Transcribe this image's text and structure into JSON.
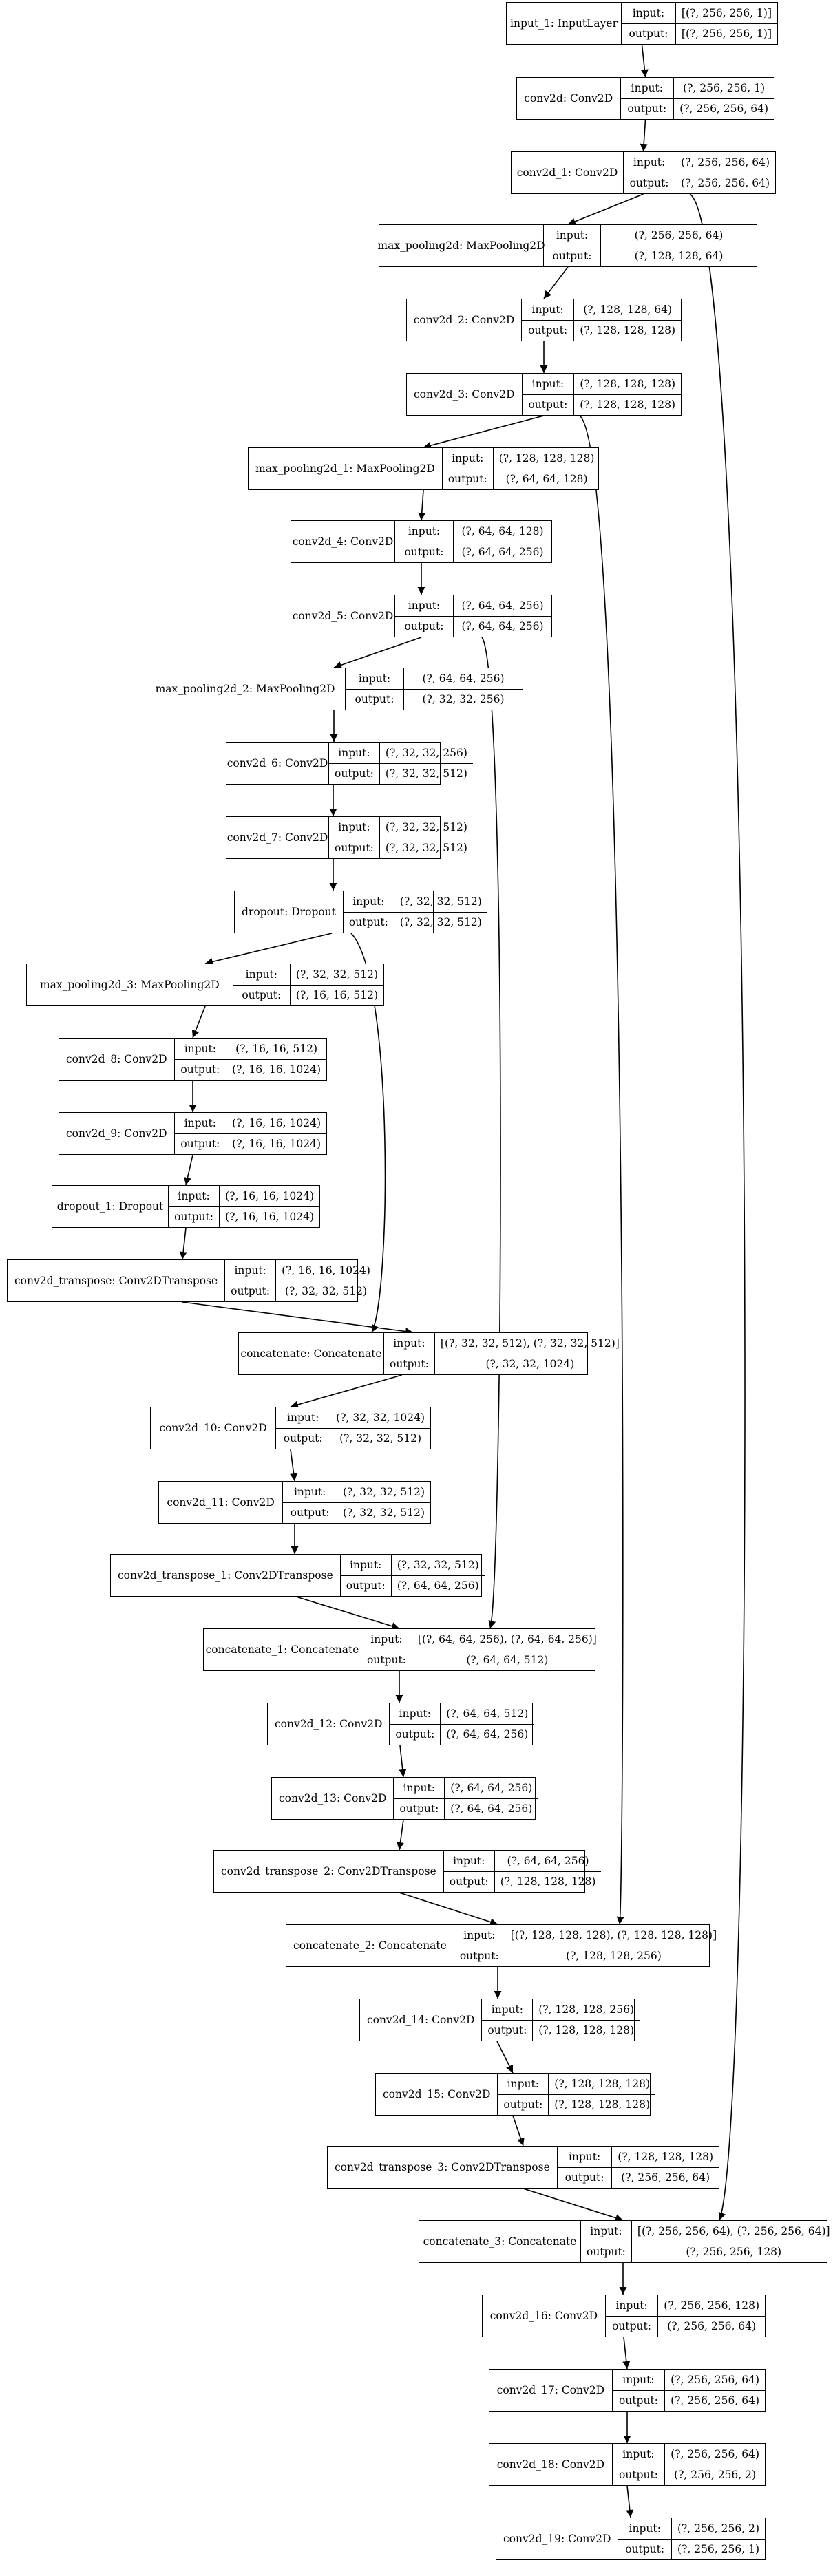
{
  "layers": [
    {
      "name": "input_1: InputLayer",
      "input": "[(?, 256, 256, 1)]",
      "output": "[(?, 256, 256, 1)]"
    },
    {
      "name": "conv2d: Conv2D",
      "input": "(?, 256, 256, 1)",
      "output": "(?, 256, 256, 64)"
    },
    {
      "name": "conv2d_1: Conv2D",
      "input": "(?, 256, 256, 64)",
      "output": "(?, 256, 256, 64)"
    },
    {
      "name": "max_pooling2d: MaxPooling2D",
      "input": "(?, 256, 256, 64)",
      "output": "(?, 128, 128, 64)"
    },
    {
      "name": "conv2d_2: Conv2D",
      "input": "(?, 128, 128, 64)",
      "output": "(?, 128, 128, 128)"
    },
    {
      "name": "conv2d_3: Conv2D",
      "input": "(?, 128, 128, 128)",
      "output": "(?, 128, 128, 128)"
    },
    {
      "name": "max_pooling2d_1: MaxPooling2D",
      "input": "(?, 128, 128, 128)",
      "output": "(?, 64, 64, 128)"
    },
    {
      "name": "conv2d_4: Conv2D",
      "input": "(?, 64, 64, 128)",
      "output": "(?, 64, 64, 256)"
    },
    {
      "name": "conv2d_5: Conv2D",
      "input": "(?, 64, 64, 256)",
      "output": "(?, 64, 64, 256)"
    },
    {
      "name": "max_pooling2d_2: MaxPooling2D",
      "input": "(?, 64, 64, 256)",
      "output": "(?, 32, 32, 256)"
    },
    {
      "name": "conv2d_6: Conv2D",
      "input": "(?, 32, 32, 256)",
      "output": "(?, 32, 32, 512)"
    },
    {
      "name": "conv2d_7: Conv2D",
      "input": "(?, 32, 32, 512)",
      "output": "(?, 32, 32, 512)"
    },
    {
      "name": "dropout: Dropout",
      "input": "(?, 32, 32, 512)",
      "output": "(?, 32, 32, 512)"
    },
    {
      "name": "max_pooling2d_3: MaxPooling2D",
      "input": "(?, 32, 32, 512)",
      "output": "(?, 16, 16, 512)"
    },
    {
      "name": "conv2d_8: Conv2D",
      "input": "(?, 16, 16, 512)",
      "output": "(?, 16, 16, 1024)"
    },
    {
      "name": "conv2d_9: Conv2D",
      "input": "(?, 16, 16, 1024)",
      "output": "(?, 16, 16, 1024)"
    },
    {
      "name": "dropout_1: Dropout",
      "input": "(?, 16, 16, 1024)",
      "output": "(?, 16, 16, 1024)"
    },
    {
      "name": "conv2d_transpose: Conv2DTranspose",
      "input": "(?, 16, 16, 1024)",
      "output": "(?, 32, 32, 512)"
    },
    {
      "name": "concatenate: Concatenate",
      "input": "[(?, 32, 32, 512), (?, 32, 32, 512)]",
      "output": "(?, 32, 32, 1024)"
    },
    {
      "name": "conv2d_10: Conv2D",
      "input": "(?, 32, 32, 1024)",
      "output": "(?, 32, 32, 512)"
    },
    {
      "name": "conv2d_11: Conv2D",
      "input": "(?, 32, 32, 512)",
      "output": "(?, 32, 32, 512)"
    },
    {
      "name": "conv2d_transpose_1: Conv2DTranspose",
      "input": "(?, 32, 32, 512)",
      "output": "(?, 64, 64, 256)"
    },
    {
      "name": "concatenate_1: Concatenate",
      "input": "[(?, 64, 64, 256), (?, 64, 64, 256)]",
      "output": "(?, 64, 64, 512)"
    },
    {
      "name": "conv2d_12: Conv2D",
      "input": "(?, 64, 64, 512)",
      "output": "(?, 64, 64, 256)"
    },
    {
      "name": "conv2d_13: Conv2D",
      "input": "(?, 64, 64, 256)",
      "output": "(?, 64, 64, 256)"
    },
    {
      "name": "conv2d_transpose_2: Conv2DTranspose",
      "input": "(?, 64, 64, 256)",
      "output": "(?, 128, 128, 128)"
    },
    {
      "name": "concatenate_2: Concatenate",
      "input": "[(?, 128, 128, 128), (?, 128, 128, 128)]",
      "output": "(?, 128, 128, 256)"
    },
    {
      "name": "conv2d_14: Conv2D",
      "input": "(?, 128, 128, 256)",
      "output": "(?, 128, 128, 128)"
    },
    {
      "name": "conv2d_15: Conv2D",
      "input": "(?, 128, 128, 128)",
      "output": "(?, 128, 128, 128)"
    },
    {
      "name": "conv2d_transpose_3: Conv2DTranspose",
      "input": "(?, 128, 128, 128)",
      "output": "(?, 256, 256, 64)"
    },
    {
      "name": "concatenate_3: Concatenate",
      "input": "[(?, 256, 256, 64), (?, 256, 256, 64)]",
      "output": "(?, 256, 256, 128)"
    },
    {
      "name": "conv2d_16: Conv2D",
      "input": "(?, 256, 256, 128)",
      "output": "(?, 256, 256, 64)"
    },
    {
      "name": "conv2d_17: Conv2D",
      "input": "(?, 256, 256, 64)",
      "output": "(?, 256, 256, 64)"
    },
    {
      "name": "conv2d_18: Conv2D",
      "input": "(?, 256, 256, 64)",
      "output": "(?, 256, 256, 2)"
    },
    {
      "name": "conv2d_19: Conv2D",
      "input": "(?, 256, 256, 2)",
      "output": "(?, 256, 256, 1)"
    }
  ],
  "port_labels": {
    "input": "input:",
    "output": "output:"
  },
  "edges": [
    {
      "from": 0,
      "to": 1
    },
    {
      "from": 1,
      "to": 2
    },
    {
      "from": 2,
      "to": 3
    },
    {
      "from": 3,
      "to": 4
    },
    {
      "from": 4,
      "to": 5
    },
    {
      "from": 5,
      "to": 6
    },
    {
      "from": 6,
      "to": 7
    },
    {
      "from": 7,
      "to": 8
    },
    {
      "from": 8,
      "to": 9
    },
    {
      "from": 9,
      "to": 10
    },
    {
      "from": 10,
      "to": 11
    },
    {
      "from": 11,
      "to": 12
    },
    {
      "from": 12,
      "to": 13
    },
    {
      "from": 13,
      "to": 14
    },
    {
      "from": 14,
      "to": 15
    },
    {
      "from": 15,
      "to": 16
    },
    {
      "from": 16,
      "to": 17
    },
    {
      "from": 17,
      "to": 18
    },
    {
      "from": 12,
      "to": 18
    },
    {
      "from": 18,
      "to": 19
    },
    {
      "from": 19,
      "to": 20
    },
    {
      "from": 20,
      "to": 21
    },
    {
      "from": 21,
      "to": 22
    },
    {
      "from": 8,
      "to": 22
    },
    {
      "from": 22,
      "to": 23
    },
    {
      "from": 23,
      "to": 24
    },
    {
      "from": 24,
      "to": 25
    },
    {
      "from": 25,
      "to": 26
    },
    {
      "from": 5,
      "to": 26
    },
    {
      "from": 26,
      "to": 27
    },
    {
      "from": 27,
      "to": 28
    },
    {
      "from": 28,
      "to": 29
    },
    {
      "from": 29,
      "to": 30
    },
    {
      "from": 2,
      "to": 30
    },
    {
      "from": 30,
      "to": 31
    },
    {
      "from": 31,
      "to": 32
    },
    {
      "from": 32,
      "to": 33
    },
    {
      "from": 33,
      "to": 34
    }
  ]
}
